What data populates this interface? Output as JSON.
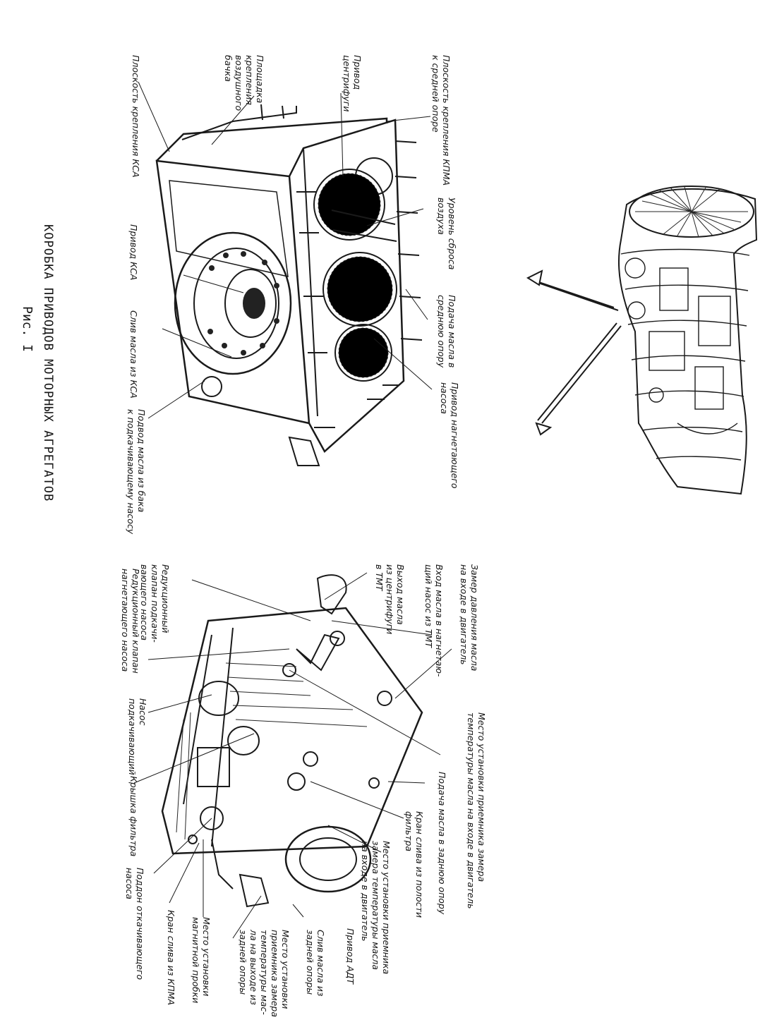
{
  "figure": {
    "caption": "КОРОБКА ПРИВОДОВ МОТОРНЫХ АГРЕГАТОВ",
    "number": "Рис. I"
  },
  "top_labels": [
    [
      "Плоскость крепления КПМА",
      "к средней опоре"
    ],
    [
      "Привод",
      "центрифуги"
    ],
    [
      "Площадка",
      "крепления",
      "воздушного",
      "бачка"
    ],
    [
      "Плоскость крепления КСА"
    ],
    [
      "Уровень сброса",
      "воздуха"
    ],
    [
      "Привод КСА"
    ],
    [
      "Подача масла в",
      "среднюю опору"
    ],
    [
      "Слив масла из КСА"
    ],
    [
      "Привод нагнетающего",
      "насоса"
    ],
    [
      "Подвод масла из бака",
      "к подкачивающему насосу"
    ]
  ],
  "bottom_labels": [
    [
      "Замер давления масла",
      "на входе в двигатель"
    ],
    [
      "Вход масла в нагнетаю-",
      "щий насос из ТМТ"
    ],
    [
      "Выход масла",
      "из центрифуги",
      "в ТМТ"
    ],
    [
      "Редукционный",
      "клапан подкачи-",
      "вающего насоса"
    ],
    [
      "Редукционный клапан",
      "нагнетающего насоса"
    ],
    [
      "Насос",
      "подкачивающий"
    ],
    [
      "Крышка фильтра"
    ],
    [
      "Поддон откачивающего",
      "насоса"
    ],
    [
      "Место установки приемника замера",
      "температуры масла на входе в двигатель"
    ],
    [
      "Подача масла в заднюю опору"
    ],
    [
      "Кран слива из полости",
      "фильтра"
    ],
    [
      "Место установки приемника",
      "замера температуры масла",
      "на входе в двигатель"
    ],
    [
      "Привод АДТ"
    ],
    [
      "Слив масла из",
      "задней опоры"
    ],
    [
      "Место установки",
      "приемника замера",
      "температуры мас-",
      "ла на выходе из",
      "задней опоры"
    ],
    [
      "Место установки",
      "магнитной пробки"
    ],
    [
      "Кран слива из КПМА"
    ]
  ]
}
